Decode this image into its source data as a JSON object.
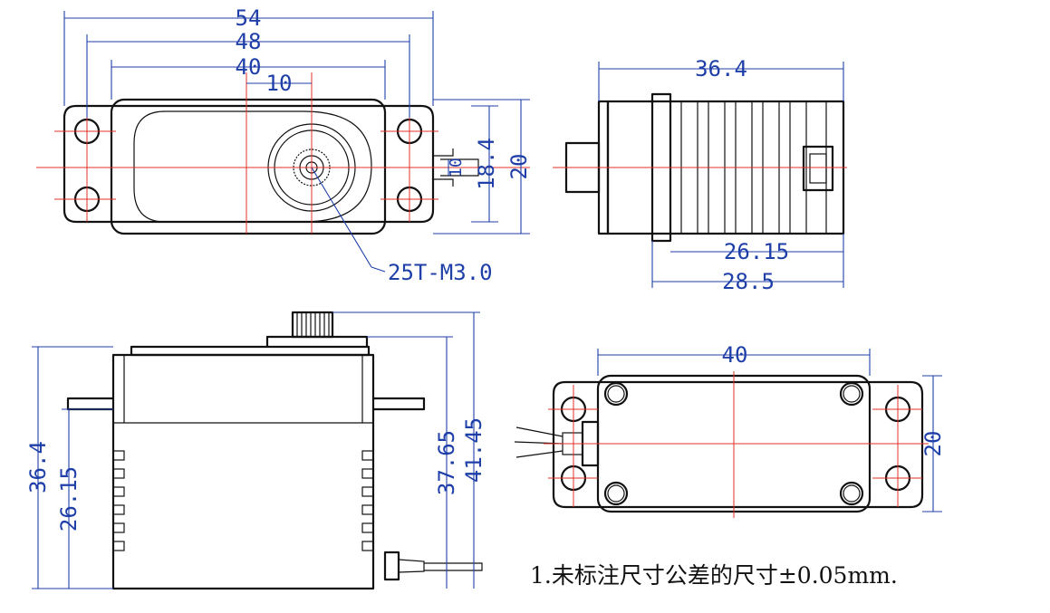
{
  "dimensions": {
    "top_length_54": "54",
    "top_length_48": "48",
    "top_length_40": "40",
    "top_offset_10": "10",
    "top_height_18_4": "18.4",
    "top_height_20": "20",
    "top_wire_10": "10",
    "side_length_36_4": "36.4",
    "side_length_26_15": "26.15",
    "side_length_28_5": "28.5",
    "front_height_36_4": "36.4",
    "front_height_26_15": "26.15",
    "front_height_37_65": "37.65",
    "front_height_41_45": "41.45",
    "bottom_length_40": "40",
    "bottom_height_20": "20"
  },
  "spline_label": "25T-M3.0",
  "note": "1.未标注尺寸公差的尺寸±0.05mm.",
  "colors": {
    "outline": "#111111",
    "dimension": "#1f3fa8",
    "centerline": "#e0302a"
  }
}
